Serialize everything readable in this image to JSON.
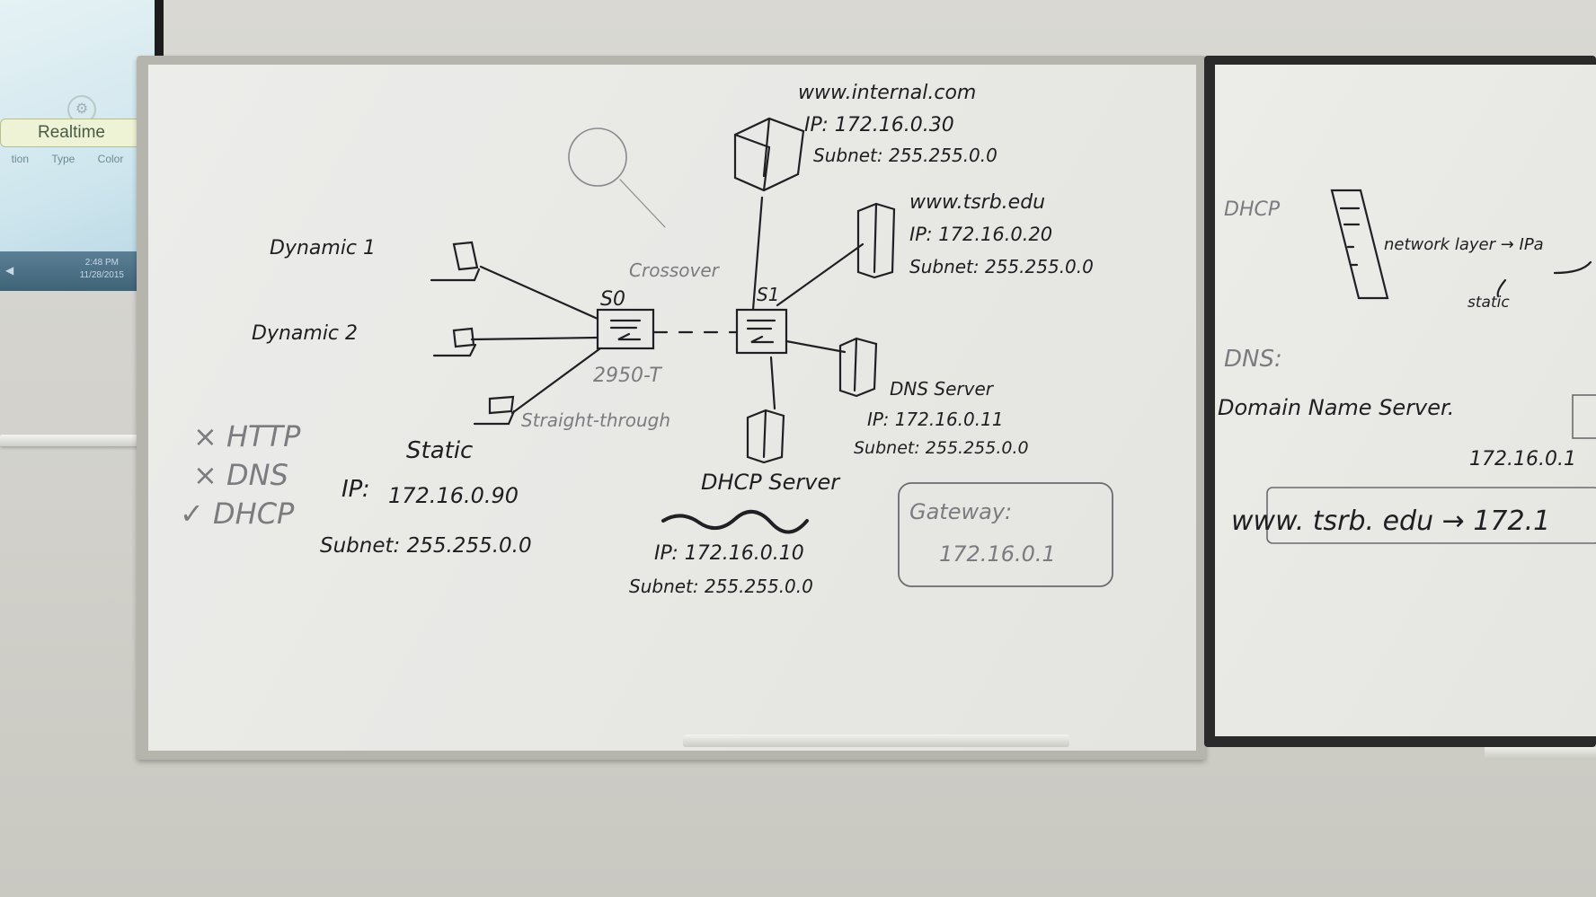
{
  "projection": {
    "realtime_label": "Realtime",
    "col_headers": [
      "tion",
      "Type",
      "Color"
    ],
    "clock_time": "2:48 PM",
    "clock_date": "11/28/2015"
  },
  "board": {
    "internal": {
      "name": "www.internal.com",
      "ip": "IP: 172.16.0.30",
      "subnet": "Subnet: 255.255.0.0"
    },
    "tsrb": {
      "name": "www.tsrb.edu",
      "ip": "IP: 172.16.0.20",
      "subnet": "Subnet: 255.255.0.0"
    },
    "dns": {
      "name": "DNS Server",
      "ip": "IP: 172.16.0.11",
      "subnet": "Subnet: 255.255.0.0"
    },
    "dhcp": {
      "name": "DHCP Server",
      "ip": "IP: 172.16.0.10",
      "subnet": "Subnet: 255.255.0.0"
    },
    "static_pc": {
      "name": "Static",
      "ip_label": "IP:",
      "ip": "172.16.0.90",
      "subnet": "Subnet: 255.255.0.0"
    },
    "dynamic1": "Dynamic 1",
    "dynamic2": "Dynamic 2",
    "s0": "S0",
    "s1": "S1",
    "crossover": "Crossover",
    "model": "2950-T",
    "straight": "Straight-through",
    "gateway_label": "Gateway:",
    "gateway_ip": "172.16.0.1",
    "checklist": [
      "× HTTP",
      "× DNS",
      "✓ DHCP"
    ]
  },
  "right_board": {
    "dhcp_title": "DHCP",
    "network_layer": "network layer → IPa",
    "static": "static",
    "dns_title": "DNS:",
    "dns_full": "Domain Name Server.",
    "ip_partial": "172.16.0.1",
    "url_map": "www. tsrb. edu → 172.1"
  }
}
